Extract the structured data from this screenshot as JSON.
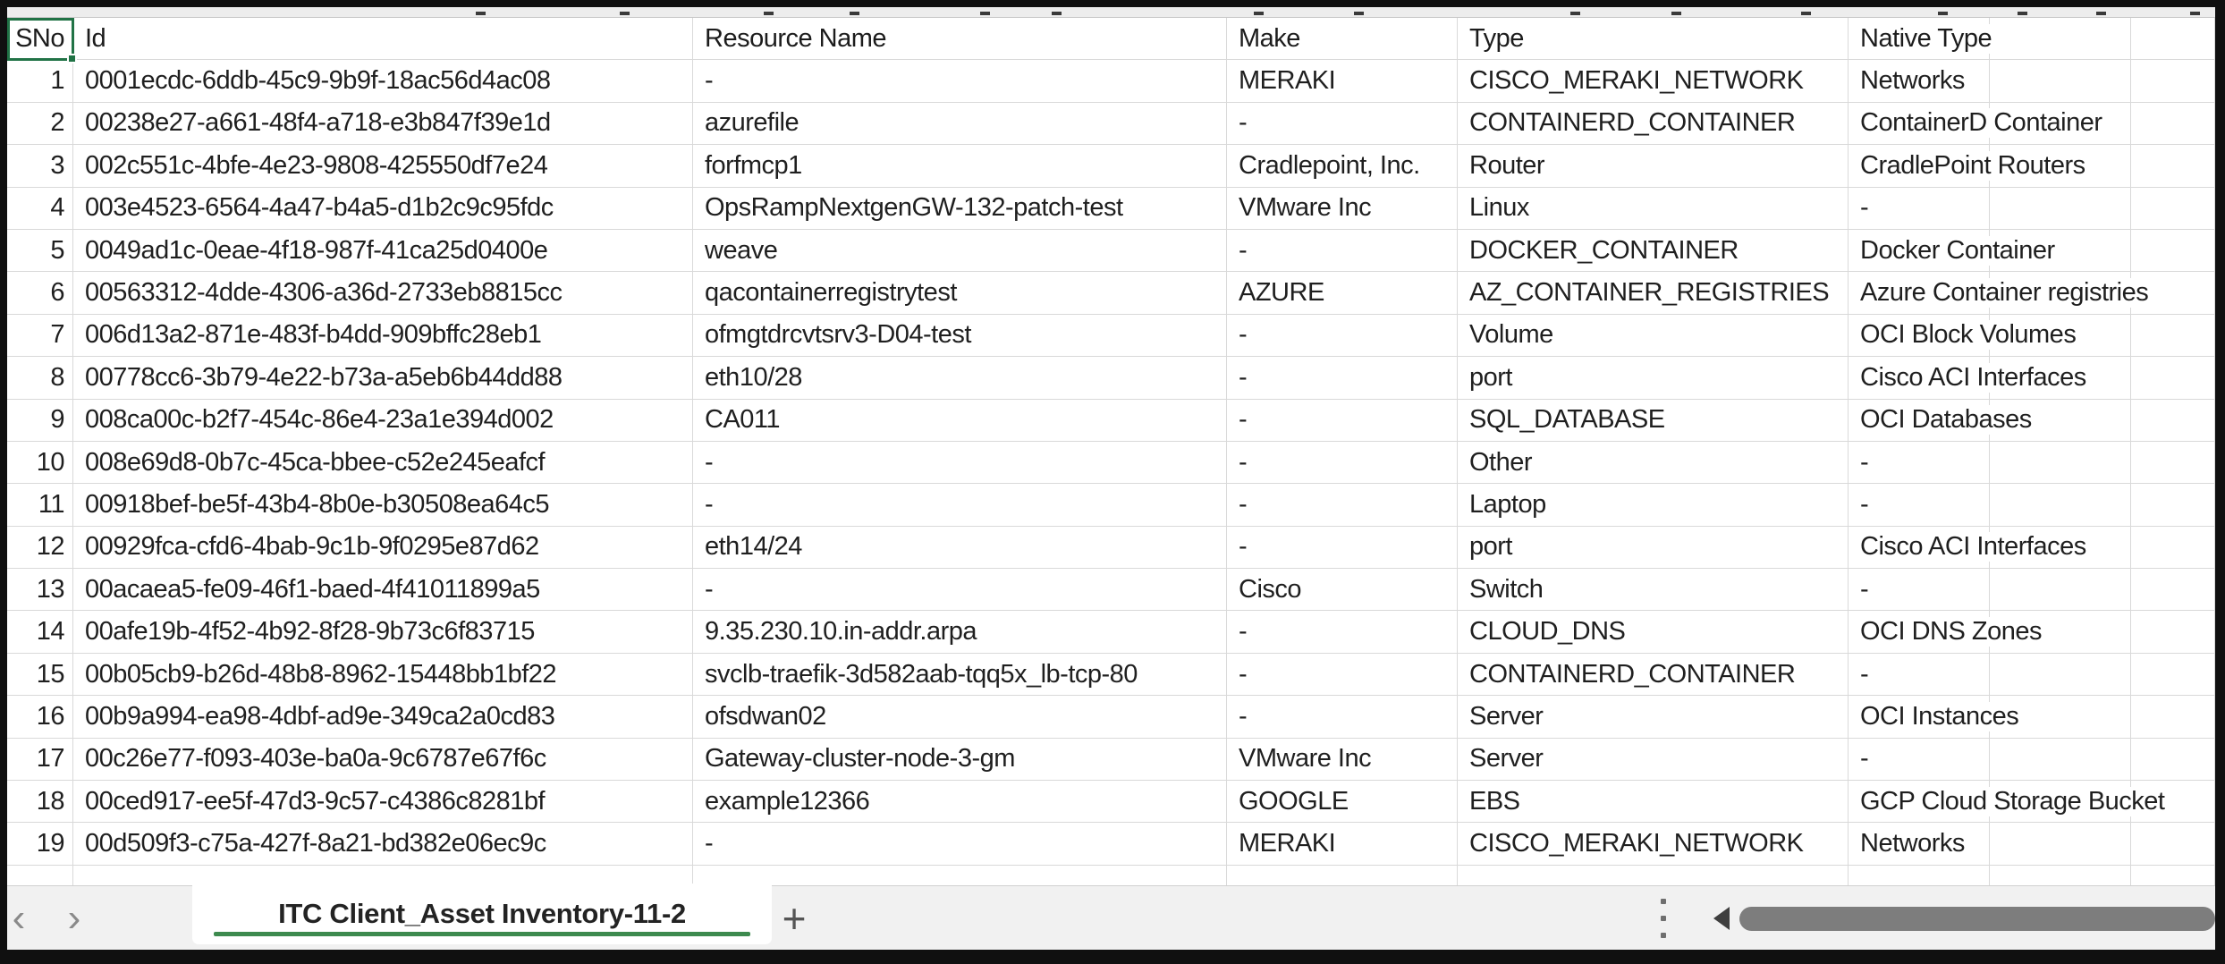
{
  "sheet": {
    "columns": [
      {
        "key": "sno",
        "label": "SNo"
      },
      {
        "key": "id",
        "label": "Id"
      },
      {
        "key": "resource_name",
        "label": "Resource Name"
      },
      {
        "key": "make",
        "label": "Make"
      },
      {
        "key": "type",
        "label": "Type"
      },
      {
        "key": "native_type",
        "label": "Native Type"
      },
      {
        "key": "extra1",
        "label": ""
      },
      {
        "key": "extra2",
        "label": ""
      }
    ],
    "rows": [
      {
        "sno": "1",
        "id": "0001ecdc-6ddb-45c9-9b9f-18ac56d4ac08",
        "resource_name": "-",
        "make": "MERAKI",
        "type": "CISCO_MERAKI_NETWORK",
        "native_type": "Networks",
        "extra1": "",
        "extra2": ""
      },
      {
        "sno": "2",
        "id": "00238e27-a661-48f4-a718-e3b847f39e1d",
        "resource_name": "azurefile",
        "make": "-",
        "type": "CONTAINERD_CONTAINER",
        "native_type": "ContainerD Container",
        "extra1": "",
        "extra2": ""
      },
      {
        "sno": "3",
        "id": "002c551c-4bfe-4e23-9808-425550df7e24",
        "resource_name": "forfmcp1",
        "make": "Cradlepoint, Inc.",
        "type": "Router",
        "native_type": "CradlePoint Routers",
        "extra1": "",
        "extra2": ""
      },
      {
        "sno": "4",
        "id": "003e4523-6564-4a47-b4a5-d1b2c9c95fdc",
        "resource_name": "OpsRampNextgenGW-132-patch-test",
        "make": "VMware Inc",
        "type": "Linux",
        "native_type": "-",
        "extra1": "",
        "extra2": ""
      },
      {
        "sno": "5",
        "id": "0049ad1c-0eae-4f18-987f-41ca25d0400e",
        "resource_name": "weave",
        "make": "-",
        "type": "DOCKER_CONTAINER",
        "native_type": "Docker Container",
        "extra1": "",
        "extra2": ""
      },
      {
        "sno": "6",
        "id": "00563312-4dde-4306-a36d-2733eb8815cc",
        "resource_name": "qacontainerregistrytest",
        "make": "AZURE",
        "type": "AZ_CONTAINER_REGISTRIES",
        "native_type": "Azure Container registries",
        "extra1": "",
        "extra2": ""
      },
      {
        "sno": "7",
        "id": "006d13a2-871e-483f-b4dd-909bffc28eb1",
        "resource_name": "ofmgtdrcvtsrv3-D04-test",
        "make": "-",
        "type": "Volume",
        "native_type": "OCI Block Volumes",
        "extra1": "",
        "extra2": ""
      },
      {
        "sno": "8",
        "id": "00778cc6-3b79-4e22-b73a-a5eb6b44dd88",
        "resource_name": "eth10/28",
        "make": "-",
        "type": "port",
        "native_type": "Cisco ACI Interfaces",
        "extra1": "",
        "extra2": ""
      },
      {
        "sno": "9",
        "id": "008ca00c-b2f7-454c-86e4-23a1e394d002",
        "resource_name": "CA011",
        "make": "-",
        "type": "SQL_DATABASE",
        "native_type": "OCI Databases",
        "extra1": "",
        "extra2": ""
      },
      {
        "sno": "10",
        "id": "008e69d8-0b7c-45ca-bbee-c52e245eafcf",
        "resource_name": "-",
        "make": "-",
        "type": "Other",
        "native_type": "-",
        "extra1": "",
        "extra2": ""
      },
      {
        "sno": "11",
        "id": "00918bef-be5f-43b4-8b0e-b30508ea64c5",
        "resource_name": "-",
        "make": "-",
        "type": "Laptop",
        "native_type": "-",
        "extra1": "",
        "extra2": ""
      },
      {
        "sno": "12",
        "id": "00929fca-cfd6-4bab-9c1b-9f0295e87d62",
        "resource_name": "eth14/24",
        "make": "-",
        "type": "port",
        "native_type": "Cisco ACI Interfaces",
        "extra1": "",
        "extra2": ""
      },
      {
        "sno": "13",
        "id": "00acaea5-fe09-46f1-baed-4f41011899a5",
        "resource_name": "-",
        "make": "Cisco",
        "type": "Switch",
        "native_type": "-",
        "extra1": "",
        "extra2": ""
      },
      {
        "sno": "14",
        "id": "00afe19b-4f52-4b92-8f28-9b73c6f83715",
        "resource_name": "9.35.230.10.in-addr.arpa",
        "make": "-",
        "type": "CLOUD_DNS",
        "native_type": "OCI DNS Zones",
        "extra1": "",
        "extra2": ""
      },
      {
        "sno": "15",
        "id": "00b05cb9-b26d-48b8-8962-15448bb1bf22",
        "resource_name": "svclb-traefik-3d582aab-tqq5x_lb-tcp-80",
        "make": "-",
        "type": "CONTAINERD_CONTAINER",
        "native_type": "-",
        "extra1": "",
        "extra2": ""
      },
      {
        "sno": "16",
        "id": "00b9a994-ea98-4dbf-ad9e-349ca2a0cd83",
        "resource_name": "ofsdwan02",
        "make": "-",
        "type": "Server",
        "native_type": "OCI Instances",
        "extra1": "",
        "extra2": ""
      },
      {
        "sno": "17",
        "id": "00c26e77-f093-403e-ba0a-9c6787e67f6c",
        "resource_name": "Gateway-cluster-node-3-gm",
        "make": "VMware Inc",
        "type": "Server",
        "native_type": "-",
        "extra1": "",
        "extra2": ""
      },
      {
        "sno": "18",
        "id": "00ced917-ee5f-47d3-9c57-c4386c8281bf",
        "resource_name": "example12366",
        "make": "GOOGLE",
        "type": "EBS",
        "native_type": "GCP Cloud Storage Bucket",
        "extra1": "",
        "extra2": ""
      },
      {
        "sno": "19",
        "id": "00d509f3-c75a-427f-8a21-bd382e06ec9c",
        "resource_name": "-",
        "make": "MERAKI",
        "type": "CISCO_MERAKI_NETWORK",
        "native_type": "Networks",
        "extra1": "",
        "extra2": ""
      }
    ]
  },
  "tab_bar": {
    "active_sheet": "ITC Client_Asset Inventory-11-2",
    "add_sheet_label": "+",
    "nav_prev": "‹",
    "nav_next": "›"
  },
  "colors": {
    "accent_green": "#217346",
    "tab_underline": "#3d8a4e",
    "grid": "#d9d9d9",
    "scrollbar_thumb": "#7d7d7d"
  }
}
